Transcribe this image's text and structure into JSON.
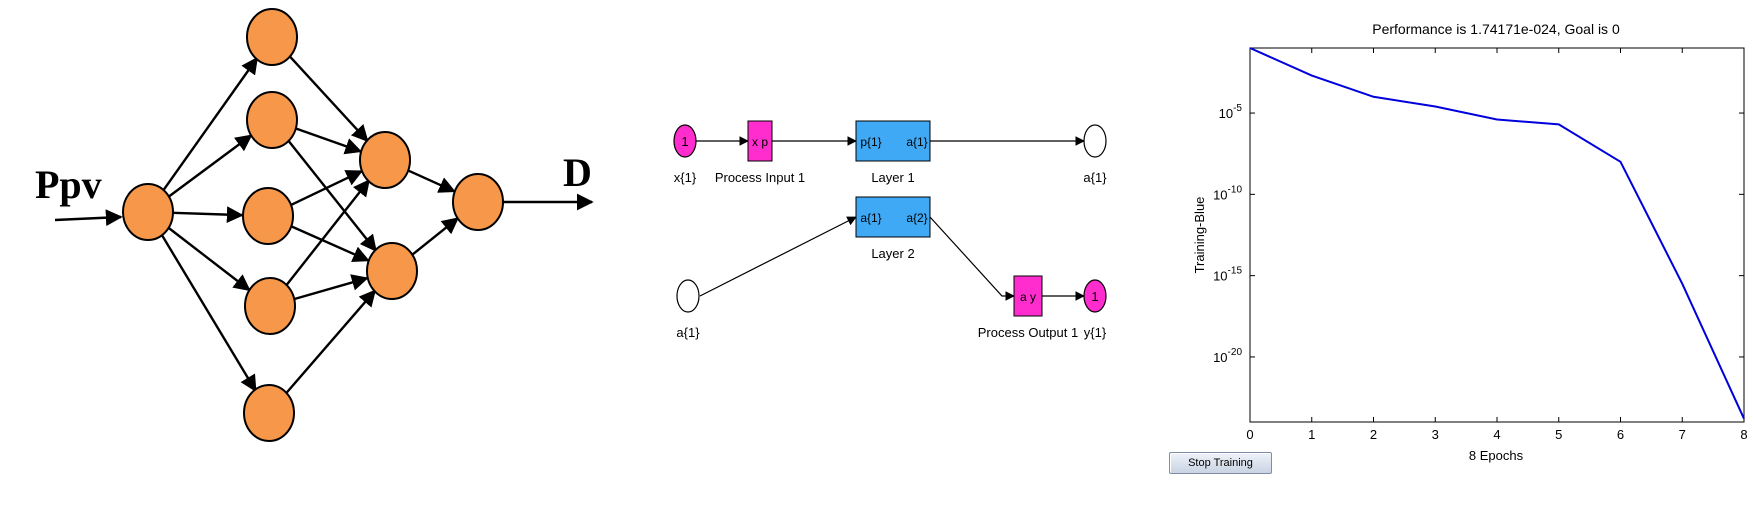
{
  "neural_diagram": {
    "input_label": "Ppv",
    "output_label": "D",
    "node_color": "#f6974a"
  },
  "simulink_diagram": {
    "input_port_label": "x{1}",
    "input_port_number": "1",
    "process_input_block": "x p",
    "process_input_label": "Process Input 1",
    "layer1_in_port": "p{1}",
    "layer1_out_port": "a{1}",
    "layer1_label": "Layer 1",
    "layer1_output_label": "a{1}",
    "layer2_in_port": "a{1}",
    "layer2_out_port": "a{2}",
    "layer2_label": "Layer 2",
    "layer2_input_label": "a{1}",
    "process_output_block": "a y",
    "process_output_label": "Process Output 1",
    "output_port_label": "y{1}",
    "output_port_number": "1",
    "colors": {
      "process_block": "#ff2dcd",
      "layer_block": "#3fa9f5",
      "port": "#ff2dcd"
    }
  },
  "training_window": {
    "stop_button_label": "Stop Training"
  },
  "chart_data": {
    "type": "line",
    "title": "Performance is 1.74171e-024, Goal is 0",
    "xlabel": "8 Epochs",
    "ylabel": "Training-Blue",
    "xlim": [
      0,
      8
    ],
    "xticks": [
      "0",
      "1",
      "2",
      "3",
      "4",
      "5",
      "6",
      "7",
      "8"
    ],
    "yscale": "log",
    "ytick_exponents": [
      -5,
      -10,
      -15,
      -20
    ],
    "ylim_exponents": [
      -24,
      -1
    ],
    "x": [
      0,
      1,
      2,
      3,
      4,
      5,
      6,
      7,
      8
    ],
    "log10_y": [
      -1,
      -2.7,
      -4,
      -4.6,
      -5.4,
      -5.7,
      -8,
      -15.5,
      -23.8
    ],
    "line_color": "#0000dd",
    "grid": false
  }
}
